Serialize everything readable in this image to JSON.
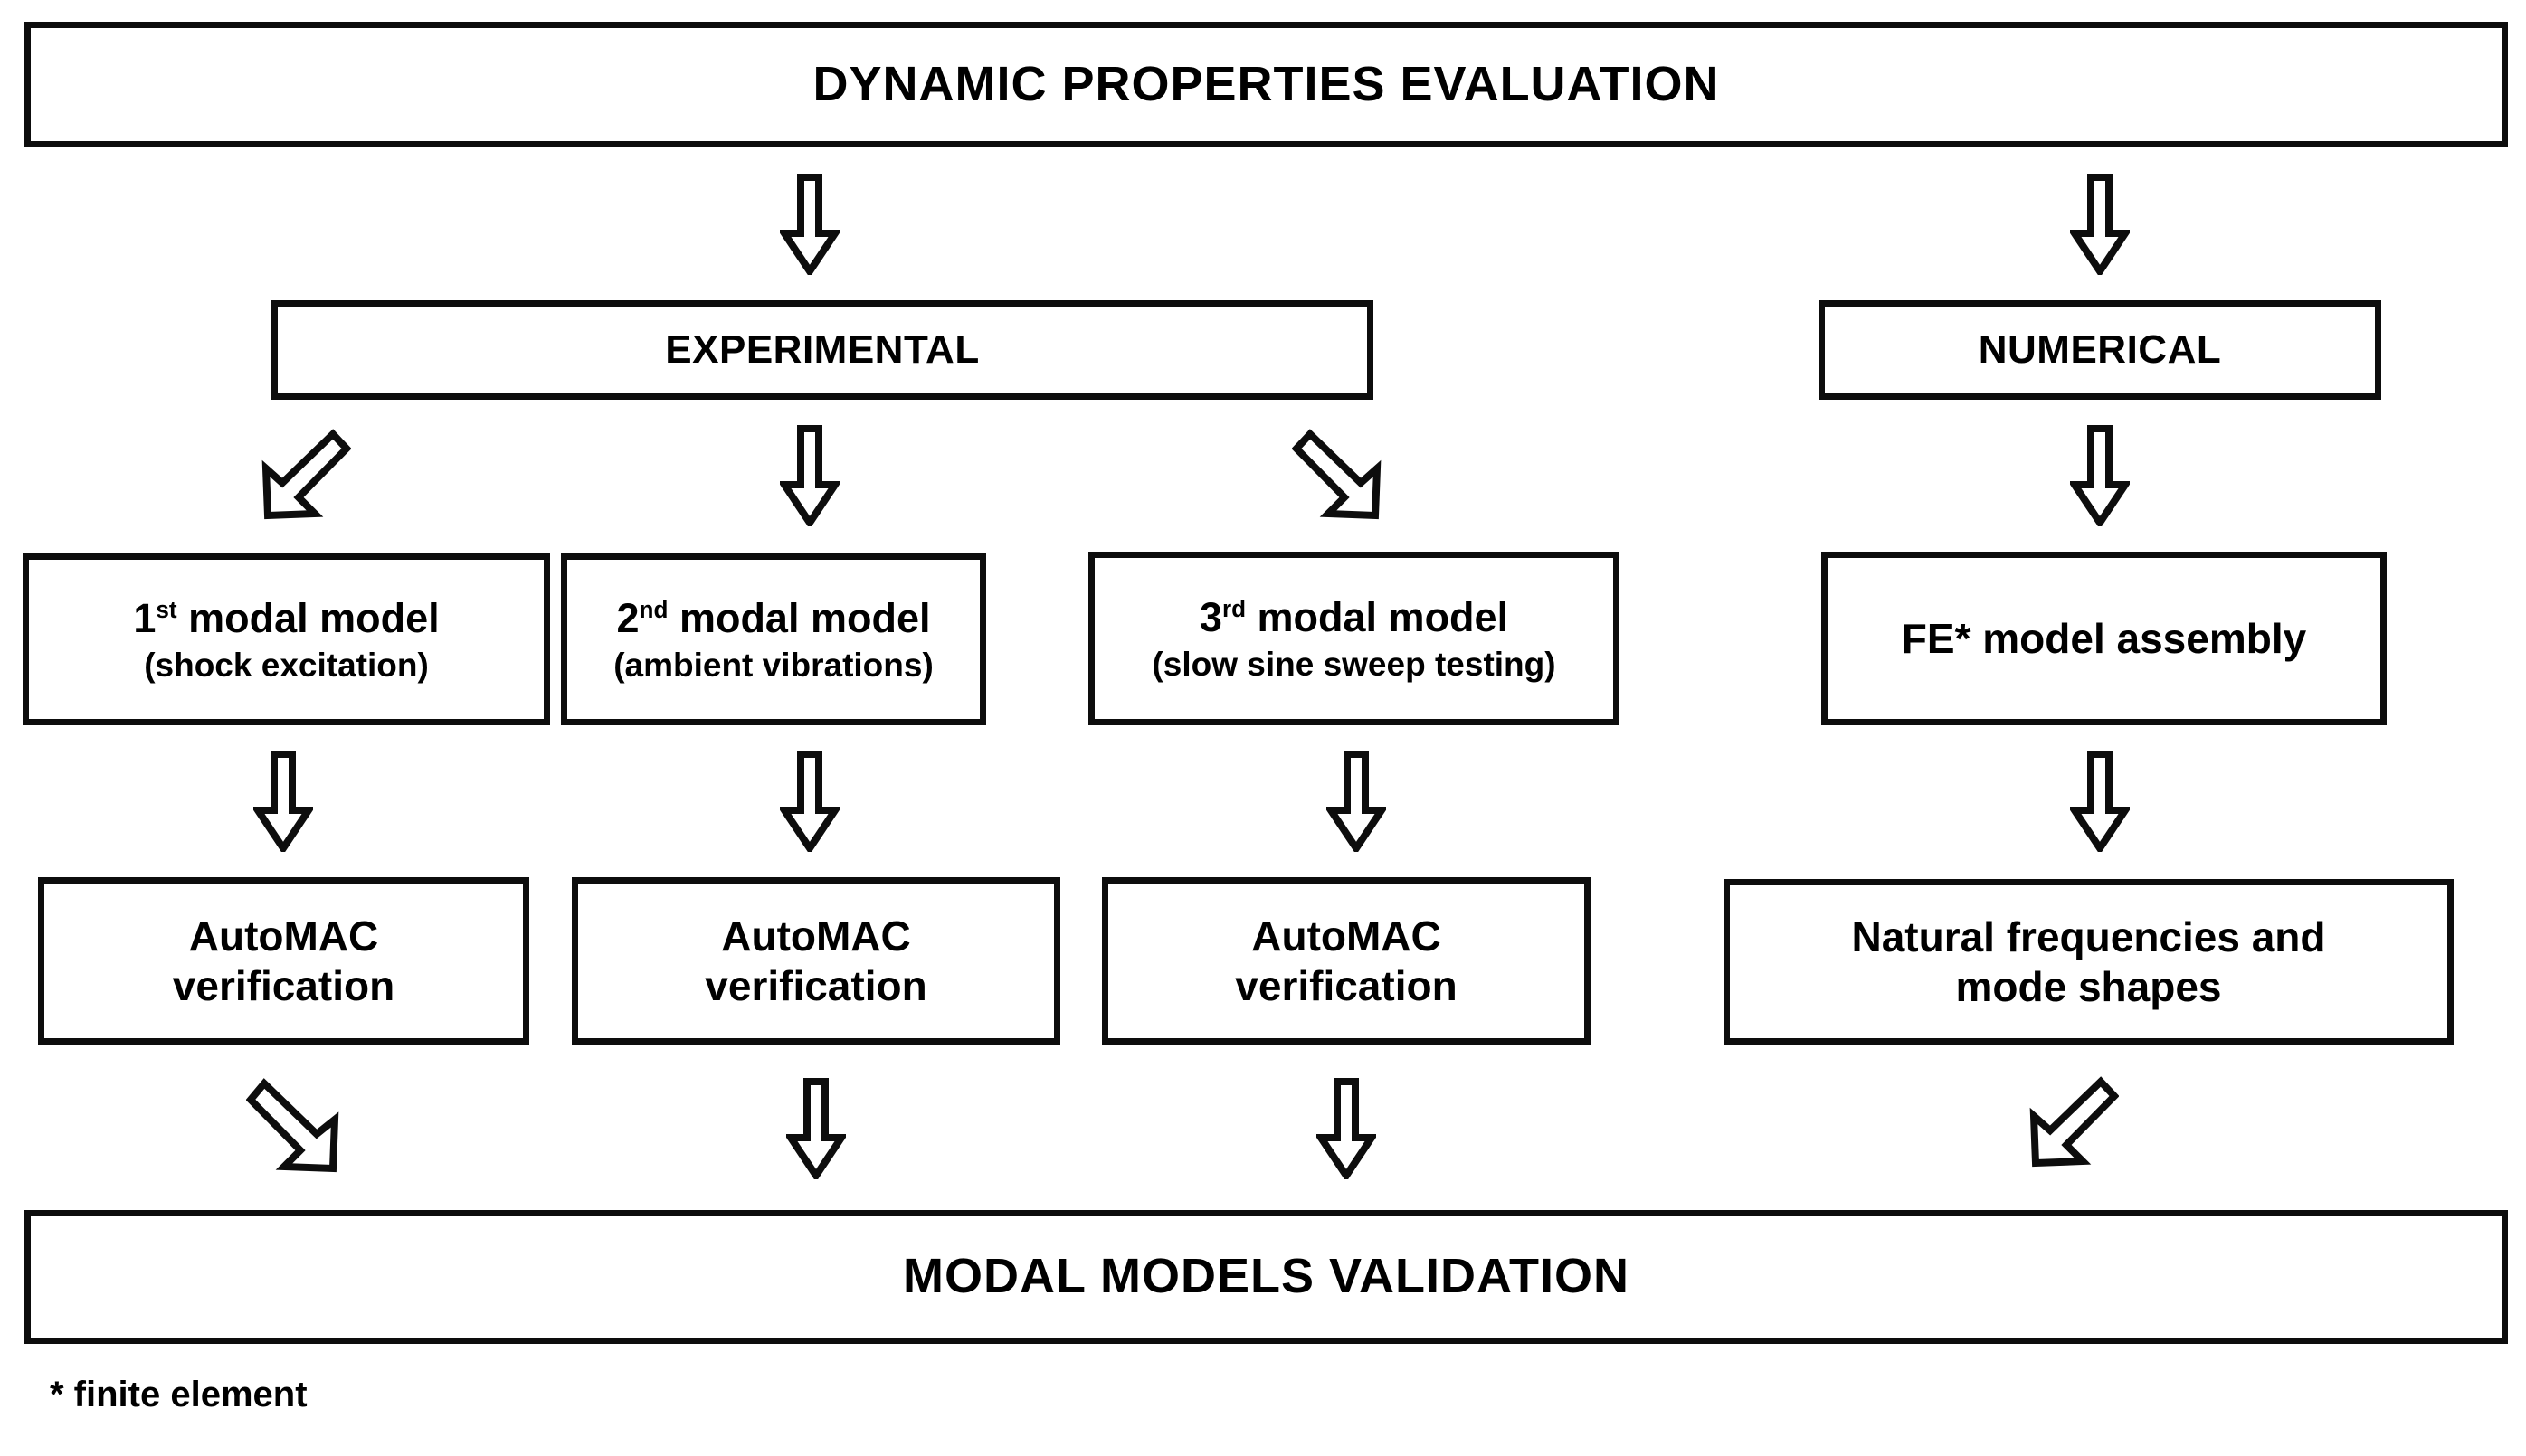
{
  "diagram": {
    "title_banner": "DYNAMIC PROPERTIES EVALUATION",
    "bottom_banner": "MODAL MODELS VALIDATION",
    "footnote": "* finite element",
    "branches": {
      "experimental": "EXPERIMENTAL",
      "numerical": "NUMERICAL"
    },
    "modal_models": [
      {
        "ordinal_number": "1",
        "ordinal_suffix": "st",
        "title_tail": " modal model",
        "subtitle": "(shock excitation)"
      },
      {
        "ordinal_number": "2",
        "ordinal_suffix": "nd",
        "title_tail": " modal model",
        "subtitle": "(ambient vibrations)"
      },
      {
        "ordinal_number": "3",
        "ordinal_suffix": "rd",
        "title_tail": " modal model",
        "subtitle": "(slow sine sweep testing)"
      }
    ],
    "fe_assembly": "FE* model assembly",
    "verifications": [
      {
        "line1": "AutoMAC",
        "line2": "verification"
      },
      {
        "line1": "AutoMAC",
        "line2": "verification"
      },
      {
        "line1": "AutoMAC",
        "line2": "verification"
      }
    ],
    "numerical_results": {
      "line1": "Natural frequencies and",
      "line2": "mode shapes"
    },
    "arrows": [
      {
        "name": "arrow-title-to-experimental",
        "direction": "down"
      },
      {
        "name": "arrow-title-to-numerical",
        "direction": "down"
      },
      {
        "name": "arrow-experimental-to-model-1",
        "direction": "down-left"
      },
      {
        "name": "arrow-experimental-to-model-2",
        "direction": "down"
      },
      {
        "name": "arrow-experimental-to-model-3",
        "direction": "down-right"
      },
      {
        "name": "arrow-numerical-to-fe",
        "direction": "down"
      },
      {
        "name": "arrow-model-1-to-automac-1",
        "direction": "down"
      },
      {
        "name": "arrow-model-2-to-automac-2",
        "direction": "down"
      },
      {
        "name": "arrow-model-3-to-automac-3",
        "direction": "down"
      },
      {
        "name": "arrow-fe-to-results",
        "direction": "down"
      },
      {
        "name": "arrow-automac-1-to-validation",
        "direction": "down-right"
      },
      {
        "name": "arrow-automac-2-to-validation",
        "direction": "down"
      },
      {
        "name": "arrow-automac-3-to-validation",
        "direction": "down"
      },
      {
        "name": "arrow-results-to-validation",
        "direction": "down-left"
      }
    ],
    "colors": {
      "stroke": "#0d0d0d",
      "background": "#ffffff",
      "text": "#000000"
    }
  }
}
